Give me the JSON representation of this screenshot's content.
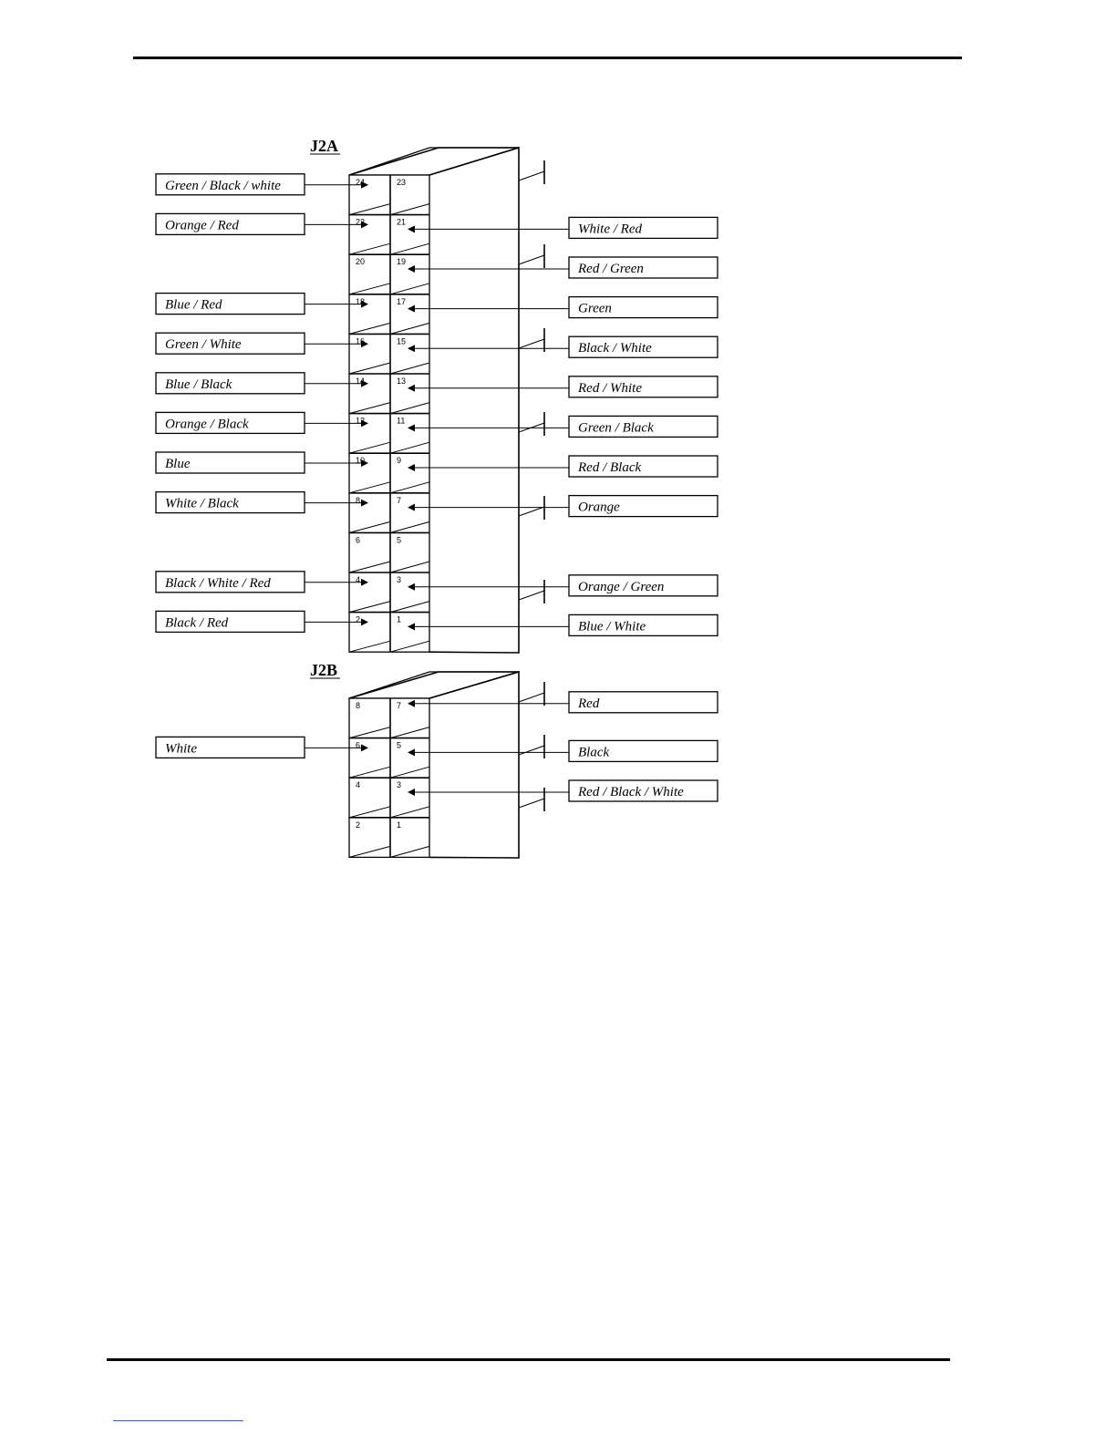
{
  "connectors": [
    {
      "id": "J2A",
      "title": "J2A",
      "rows": [
        [
          "24",
          "23"
        ],
        [
          "22",
          "21"
        ],
        [
          "20",
          "19"
        ],
        [
          "18",
          "17"
        ],
        [
          "16",
          "15"
        ],
        [
          "14",
          "13"
        ],
        [
          "12",
          "11"
        ],
        [
          "10",
          "9"
        ],
        [
          "8",
          "7"
        ],
        [
          "6",
          "5"
        ],
        [
          "4",
          "3"
        ],
        [
          "2",
          "1"
        ]
      ],
      "wires": [
        {
          "pin": "24",
          "side": "left",
          "label": "Green / Black / white"
        },
        {
          "pin": "22",
          "side": "left",
          "label": "Orange / Red"
        },
        {
          "pin": "18",
          "side": "left",
          "label": "Blue / Red"
        },
        {
          "pin": "16",
          "side": "left",
          "label": "Green / White"
        },
        {
          "pin": "14",
          "side": "left",
          "label": "Blue / Black"
        },
        {
          "pin": "12",
          "side": "left",
          "label": "Orange / Black"
        },
        {
          "pin": "10",
          "side": "left",
          "label": "Blue"
        },
        {
          "pin": "8",
          "side": "left",
          "label": "White / Black"
        },
        {
          "pin": "4",
          "side": "left",
          "label": "Black / White / Red"
        },
        {
          "pin": "2",
          "side": "left",
          "label": "Black / Red"
        },
        {
          "pin": "21",
          "side": "right",
          "label": "White / Red"
        },
        {
          "pin": "19",
          "side": "right",
          "label": "Red / Green"
        },
        {
          "pin": "17",
          "side": "right",
          "label": "Green"
        },
        {
          "pin": "15",
          "side": "right",
          "label": "Black / White"
        },
        {
          "pin": "13",
          "side": "right",
          "label": "Red / White"
        },
        {
          "pin": "11",
          "side": "right",
          "label": "Green / Black"
        },
        {
          "pin": "9",
          "side": "right",
          "label": "Red / Black"
        },
        {
          "pin": "7",
          "side": "right",
          "label": "Orange"
        },
        {
          "pin": "3",
          "side": "right",
          "label": "Orange / Green"
        },
        {
          "pin": "1",
          "side": "right",
          "label": "Blue / White"
        }
      ]
    },
    {
      "id": "J2B",
      "title": "J2B",
      "rows": [
        [
          "8",
          "7"
        ],
        [
          "6",
          "5"
        ],
        [
          "4",
          "3"
        ],
        [
          "2",
          "1"
        ]
      ],
      "wires": [
        {
          "pin": "6",
          "side": "left",
          "label": "White"
        },
        {
          "pin": "7",
          "side": "right",
          "label": "Red"
        },
        {
          "pin": "5",
          "side": "right",
          "label": "Black"
        },
        {
          "pin": "3",
          "side": "right",
          "label": "Red / Black / White"
        }
      ]
    }
  ]
}
